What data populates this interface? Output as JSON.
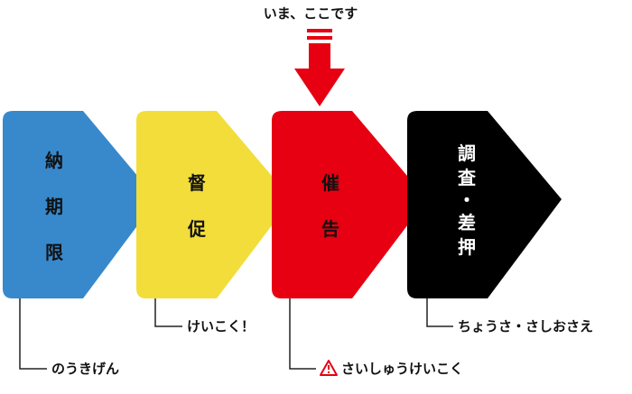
{
  "current_indicator": {
    "label": "いま、ここです",
    "color": "#e60012"
  },
  "stages": [
    {
      "chars": [
        "納",
        "期",
        "限"
      ],
      "note": "のうきげん",
      "warning": false,
      "fill": "#3789cc",
      "text_color": "#111111"
    },
    {
      "chars": [
        "督",
        "促"
      ],
      "note": "けいこく！",
      "warning": false,
      "fill": "#f2dd3b",
      "text_color": "#111111"
    },
    {
      "chars": [
        "催",
        "告"
      ],
      "note": "さいしゅうけいこく",
      "warning": true,
      "fill": "#e60012",
      "text_color": "#111111"
    },
    {
      "chars": [
        "調",
        "査",
        "・",
        "差",
        "押"
      ],
      "note": "ちょうさ・さしおさえ",
      "warning": false,
      "fill": "#000000",
      "text_color": "#ffffff"
    }
  ],
  "icons": {
    "current": "down-arrow-icon",
    "warning": "warning-triangle-icon"
  }
}
